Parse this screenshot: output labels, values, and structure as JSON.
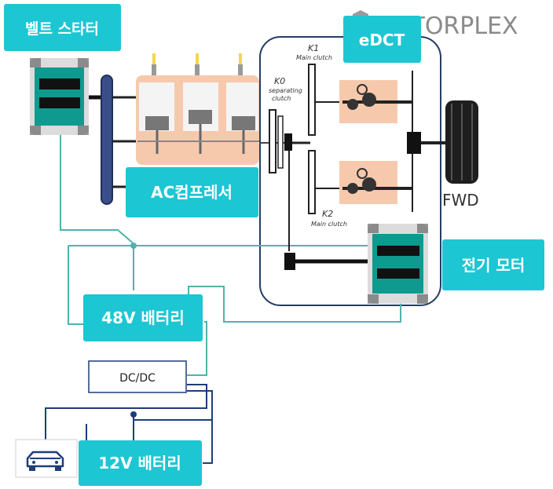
{
  "brand": {
    "name": "MOTORPLEX"
  },
  "labels": {
    "belt_starter": "벨트 스타터",
    "ac_compressor": "AC컴프레서",
    "edct": "eDCT",
    "electric_motor": "전기 모터",
    "battery_48v": "48V 배터리",
    "dcdc": "DC/DC",
    "battery_12v": "12V 배터리",
    "fwd": "FWD"
  },
  "clutches": {
    "k1": {
      "name": "K1",
      "desc": "Main clutch"
    },
    "k0": {
      "name": "K0",
      "desc1": "separating",
      "desc2": "clutch"
    },
    "k2": {
      "name": "K2",
      "desc": "Main clutch"
    }
  },
  "colors": {
    "teal": "#1dc6d3",
    "dark_teal": "#0f9a8f",
    "wire_teal": "#4fb3ad",
    "navy": "#1f3d7a",
    "dark_navy": "#263d63",
    "engine_bg": "#f6c9ad",
    "gear": "#333333"
  },
  "icons": {
    "car": "car-icon",
    "logo": "logo-icon",
    "gear": "gear-icon",
    "tire": "tire-icon"
  }
}
